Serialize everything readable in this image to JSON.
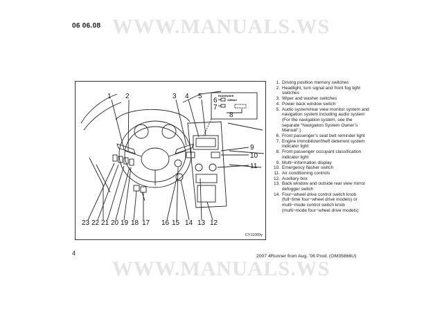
{
  "header": {
    "date": "06 06.08",
    "watermark": "WWW.MANUALS.WS"
  },
  "figure": {
    "code": "CY11069y",
    "passenger_airbag_text": [
      "PASSENGER",
      "AIRBAG"
    ],
    "callouts": [
      "1",
      "2",
      "3",
      "4",
      "5",
      "6",
      "7",
      "8",
      "9",
      "10",
      "11",
      "12",
      "13",
      "14",
      "15",
      "16",
      "17",
      "18",
      "19",
      "20",
      "21",
      "22",
      "23"
    ]
  },
  "legend": [
    {
      "num": "1.",
      "text": "Driving position memory switches"
    },
    {
      "num": "2.",
      "text": "Headlight, turn signal and front fog light switches"
    },
    {
      "num": "3.",
      "text": "Wiper and washer switches"
    },
    {
      "num": "4.",
      "text": "Power back window switch"
    },
    {
      "num": "5.",
      "text": "Audio system/rear view monitor system and navigation system including audio system (For the navigation system, see the separate “Navigation System Owner’s Manual”.)"
    },
    {
      "num": "6.",
      "text": "Front passenger’s seat belt reminder light"
    },
    {
      "num": "7.",
      "text": "Engine immobilizer/theft deterrent system indicator light"
    },
    {
      "num": "8.",
      "text": "Front passenger occupant classification indicator light"
    },
    {
      "num": "9.",
      "text": "Multi−information display"
    },
    {
      "num": "10.",
      "text": "Emergency flasher switch"
    },
    {
      "num": "11.",
      "text": "Air conditioning controls"
    },
    {
      "num": "12.",
      "text": "Auxiliary box"
    },
    {
      "num": "13.",
      "text": "Back window and outside rear view mirror defogger switch"
    },
    {
      "num": "14.",
      "text": "Four−wheel drive control switch knob (full−time four−wheel drive models) or multi−mode control switch knob (multi−mode four−wheel drive models)"
    }
  ],
  "footer": {
    "page_number": "4",
    "text": "2007 4Runner from Aug. ’06 Prod. (OM35866U)"
  }
}
